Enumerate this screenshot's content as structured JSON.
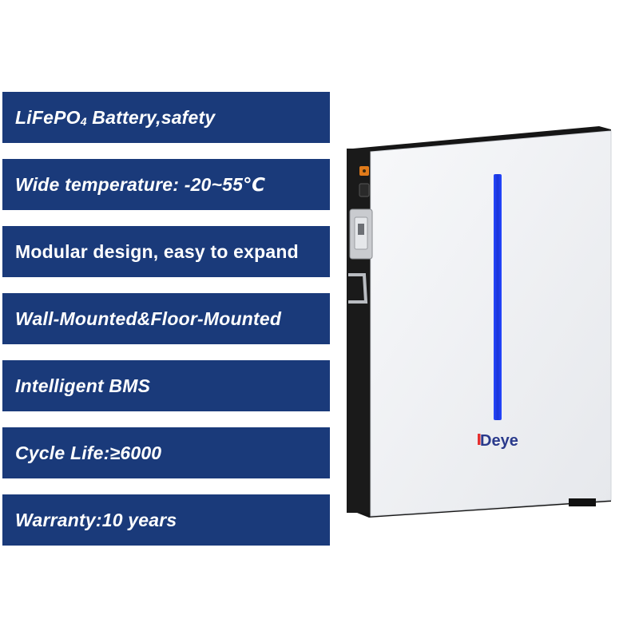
{
  "features": [
    {
      "text": "LiFePO",
      "sub": "4",
      "rest": " Battery,safety",
      "italic": true
    },
    {
      "text": "Wide temperature: -20~55℃",
      "italic": true
    },
    {
      "text": "Modular design, easy to expand",
      "italic": false
    },
    {
      "text": "Wall-Mounted&Floor-Mounted",
      "italic": true
    },
    {
      "text": "Intelligent BMS",
      "italic": true
    },
    {
      "text": "Cycle Life:≥6000",
      "italic": true
    },
    {
      "text": "Warranty:10 years",
      "italic": true
    }
  ],
  "product": {
    "brand": "Deye",
    "icon": "battery-wall-unit",
    "colors": {
      "banner": "#1a3a7a",
      "led_strip": "#1f3fe0",
      "case_front": "#f2f3f6",
      "case_body": "#161616",
      "brand_text": "#2a3a8c"
    }
  }
}
